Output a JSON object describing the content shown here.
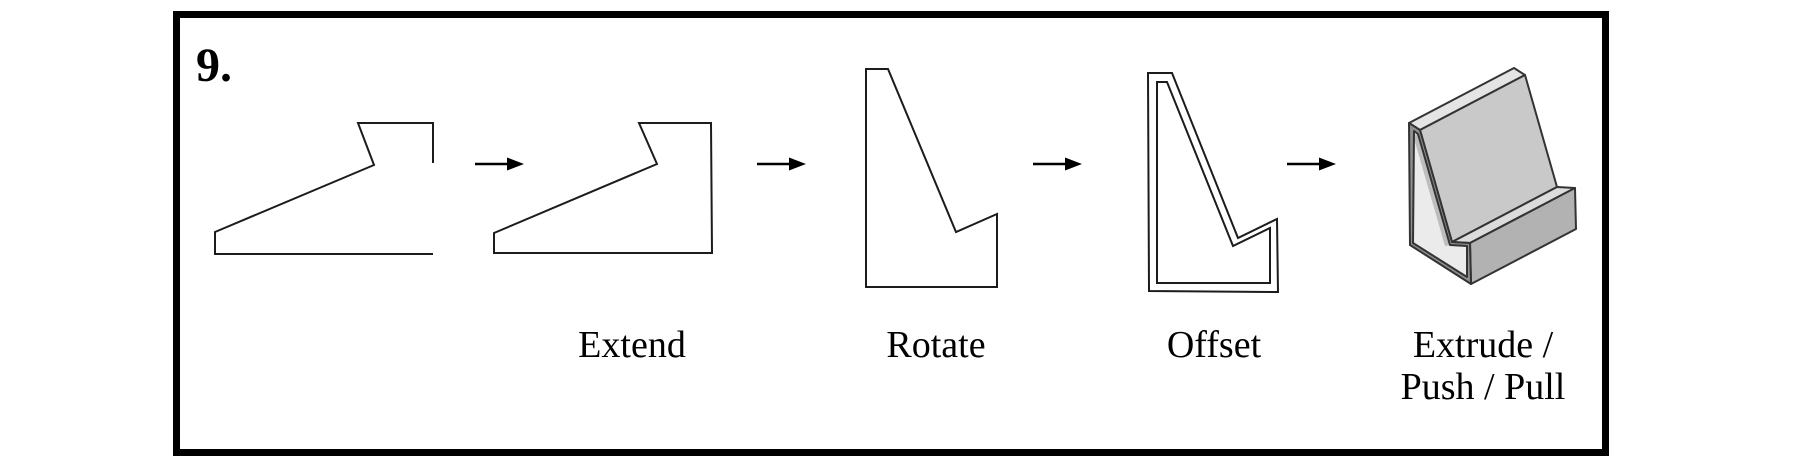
{
  "figure": {
    "number": "9.",
    "steps": [
      {
        "label": ""
      },
      {
        "label": "Extend"
      },
      {
        "label": "Rotate"
      },
      {
        "label": "Offset"
      },
      {
        "label": "Extrude /",
        "label_line2": "Push / Pull"
      }
    ]
  },
  "colors": {
    "ink": "#000000",
    "outline": "#1c1c1c",
    "border": "#000000",
    "background": "#ffffff",
    "face-strip": "#e4e4e4",
    "face-slant": "#c9c9c9",
    "face-ledge-top": "#dcdcdc",
    "face-ledge-front": "#b2b2b2",
    "face-interior": "#ebebeb",
    "face-inner-slant": "#bdbdbd",
    "face-ring": "#909090",
    "edge-3d": "#333333"
  }
}
